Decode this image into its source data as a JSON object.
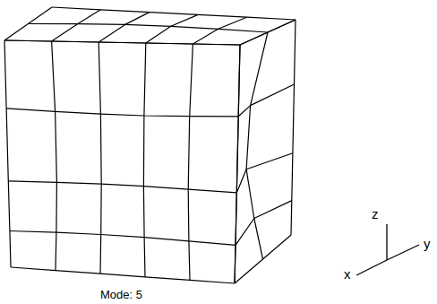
{
  "diagram": {
    "labels": [
      "z",
      "x",
      "y",
      "Mode: 5"
    ]
  }
}
